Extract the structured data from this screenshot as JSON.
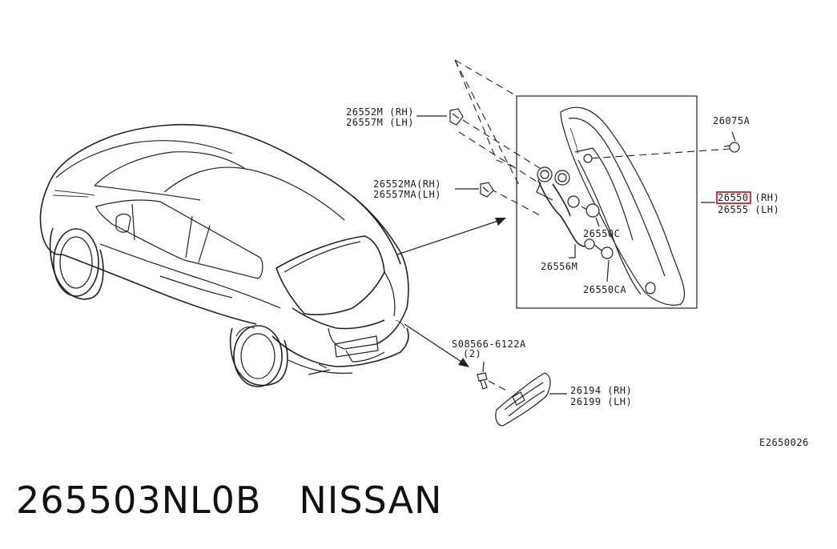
{
  "diagram_code": "E2650026",
  "footer": {
    "part_number": "265503NL0B",
    "brand": "NISSAN"
  },
  "callouts": [
    {
      "id": "c1",
      "lines": [
        "26552M (RH)",
        "26557M (LH)"
      ]
    },
    {
      "id": "c2",
      "lines": [
        "26552MA(RH)",
        "26557MA(LH)"
      ]
    },
    {
      "id": "c3",
      "lines": [
        "26075A"
      ]
    },
    {
      "id": "c4",
      "lines": [
        "26550 (RH)",
        "26555 (LH)"
      ],
      "highlight": "26550"
    },
    {
      "id": "c5",
      "lines": [
        "26550C"
      ]
    },
    {
      "id": "c6",
      "lines": [
        "26556M"
      ]
    },
    {
      "id": "c7",
      "lines": [
        "26550CA"
      ]
    },
    {
      "id": "c8",
      "lines": [
        "S08566-6122A",
        "(2)"
      ]
    },
    {
      "id": "c9",
      "lines": [
        "26194 (RH)",
        "26199 (LH)"
      ]
    }
  ],
  "colors": {
    "line": "#222222",
    "highlight_box": "#d40000"
  }
}
